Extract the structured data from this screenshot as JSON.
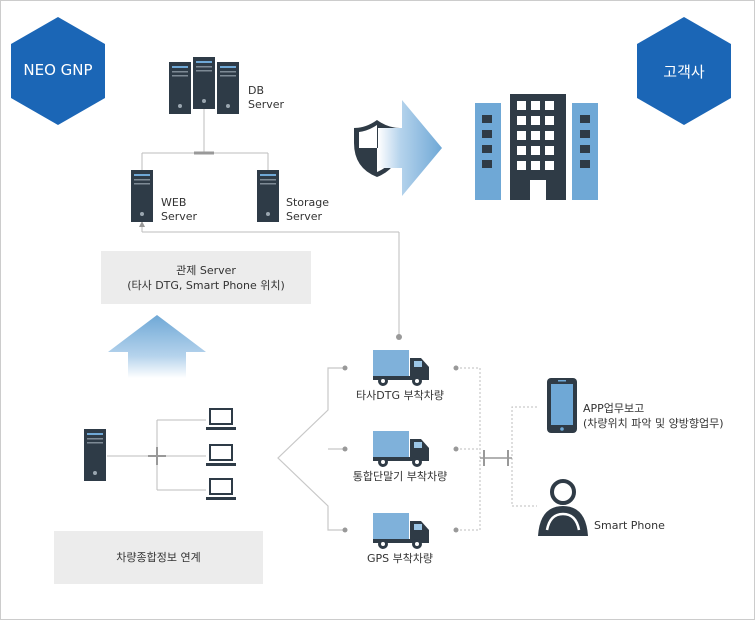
{
  "hexagons": {
    "left": "NEO GNP",
    "right": "고객사"
  },
  "servers": {
    "db": "DB\nServer",
    "web": "WEB\nServer",
    "storage": "Storage\nServer"
  },
  "control_box": {
    "line1": "관제 Server",
    "line2": "(타사 DTG, Smart Phone 위치)"
  },
  "integration_box": "차량종합정보 연계",
  "vehicles": [
    "타사DTG 부착차량",
    "통합단말기 부착차량",
    "GPS 부착차량"
  ],
  "app": {
    "line1": "APP업무보고",
    "line2": "(차량위치 파악 및 양방향업무)"
  },
  "smartphone": "Smart Phone",
  "colors": {
    "hex_blue": "#1b66b6",
    "server_dark": "#2e3b47",
    "building_dark": "#2f3b46",
    "building_light": "#6fa8d6",
    "truck_blue": "#7fb1da",
    "arrow_light": "#a9cbe6",
    "box_gray": "#ececec"
  }
}
